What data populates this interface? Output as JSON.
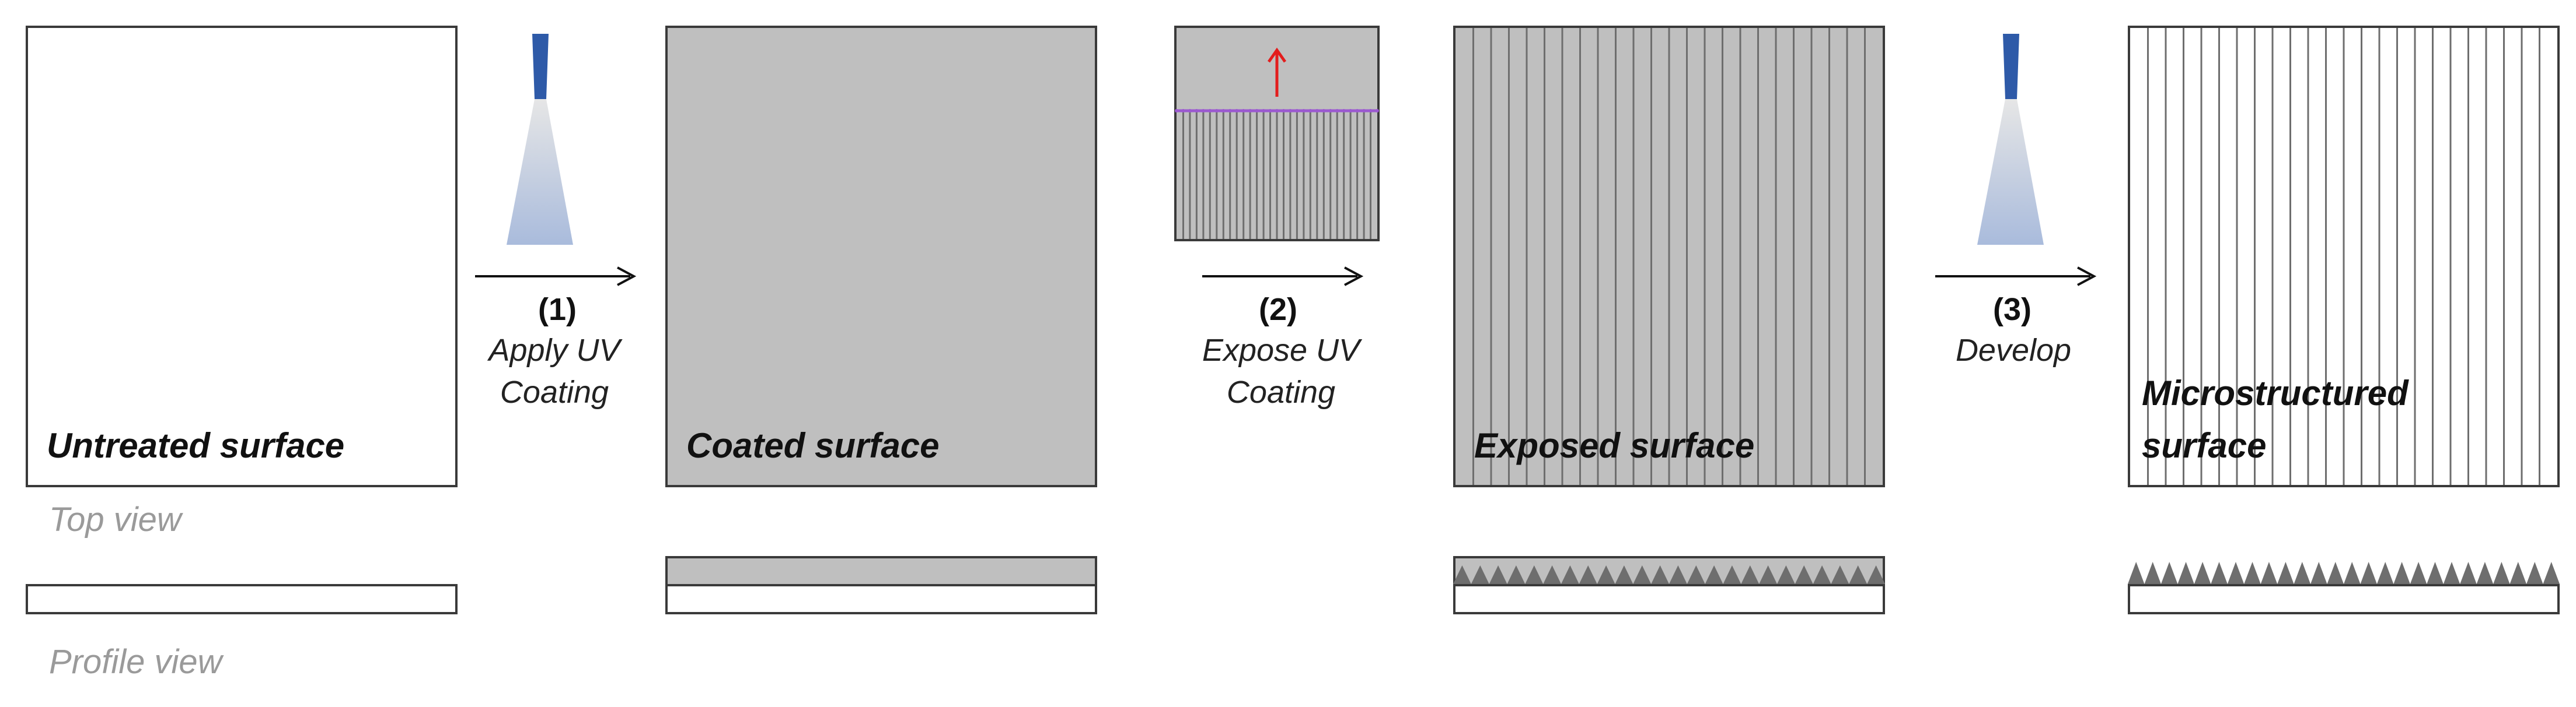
{
  "labels": {
    "top_view": "Top view",
    "profile_view": "Profile view"
  },
  "panels": {
    "untreated": {
      "label": "Untreated surface",
      "fill": "#ffffff"
    },
    "coated": {
      "label": "Coated surface",
      "fill": "#bfbfbf"
    },
    "exposed": {
      "label": "Exposed surface",
      "fill": "#bfbfbf"
    },
    "microstructured": {
      "label_line1": "Microstructured",
      "label_line2": "surface",
      "fill": "#ffffff"
    }
  },
  "steps": [
    {
      "number": "(1)",
      "text_line1": "Apply UV",
      "text_line2": "Coating"
    },
    {
      "number": "(2)",
      "text_line1": "Expose UV",
      "text_line2": "Coating"
    },
    {
      "number": "(3)",
      "text_line1": "Develop",
      "text_line2": ""
    }
  ],
  "colors": {
    "outline": "#3a3a3a",
    "coating": "#bfbfbf",
    "stripe": "#6e6e6e",
    "nozzle": "#2e5aa8",
    "spray": "#c9d3e6",
    "uv_front": "#9b59d0",
    "red_arrow": "#e31d1d",
    "view_label": "#9a9a9a"
  },
  "icons": [
    "spray-nozzle-icon",
    "uv-lamp-icon",
    "red-up-arrow-icon",
    "right-arrow-icon"
  ]
}
